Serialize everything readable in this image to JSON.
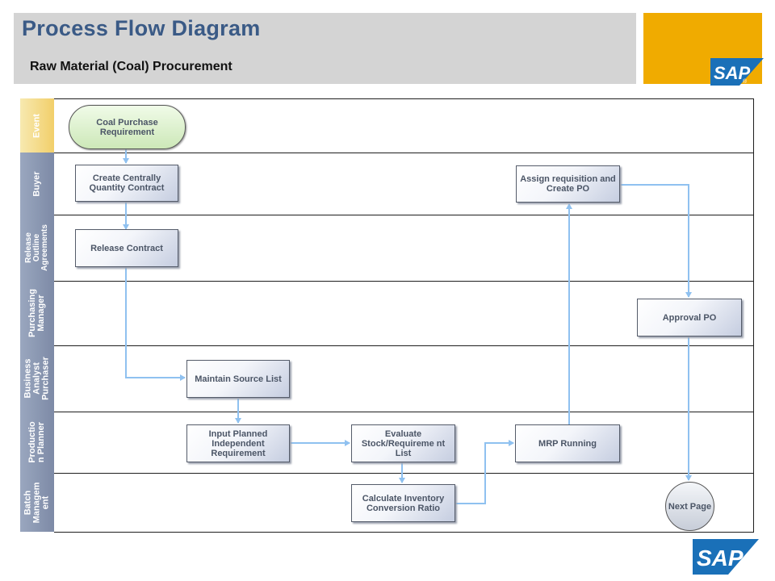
{
  "header": {
    "title": "Process Flow Diagram",
    "subtitle": "Raw Material (Coal) Procurement"
  },
  "logo": {
    "text": "SAP",
    "mark": "®"
  },
  "colors": {
    "title": "#3a5a86",
    "header_band": "#d4d4d4",
    "gold": "#f0ab00",
    "logo_blue": "#1a70b8",
    "connector": "#8fc1f0"
  },
  "lanes": [
    {
      "label": "Event"
    },
    {
      "label": "Buyer"
    },
    {
      "label": "Release\nOutline\nAgreements"
    },
    {
      "label": "Purchasing\nManager"
    },
    {
      "label": "Business\nAnalyst\nPurchaser"
    },
    {
      "label": "Productio\nn Planner"
    },
    {
      "label": "Batch\nManagem\nent"
    }
  ],
  "nodes": {
    "coal_req": "Coal Purchase Requirement",
    "create_contract": "Create Centrally Quantity Contract",
    "assign_req": "Assign requisition and Create PO",
    "release_contract": "Release Contract",
    "approval_po": "Approval PO",
    "maintain_source": "Maintain Source List",
    "input_planned": "Input Planned Independent Requirement",
    "evaluate_stock": "Evaluate Stock/Requireme nt List",
    "mrp_running": "MRP Running",
    "calc_inventory": "Calculate Inventory Conversion Ratio",
    "next_page": "Next Page"
  }
}
